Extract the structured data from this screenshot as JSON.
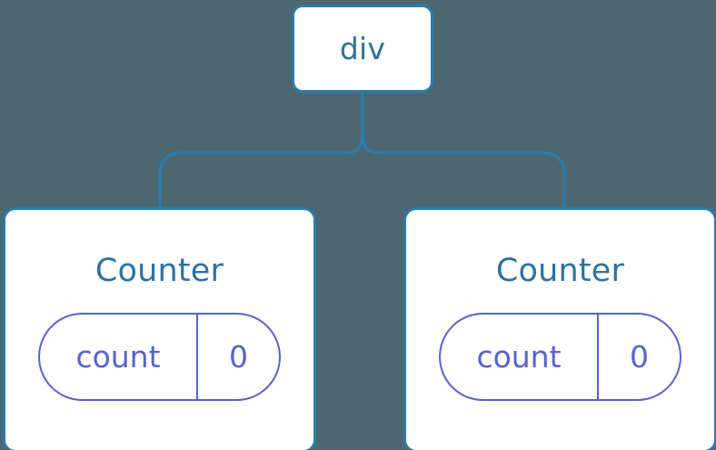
{
  "diagram": {
    "type": "component-tree",
    "background_color": "#4c6770",
    "node_border_color": "#2b7cad",
    "node_fill_color": "#ffffff",
    "title_text_color": "#2d72a0",
    "state_accent_color": "#5a62cc",
    "connector_color": "#2b7cad",
    "root": {
      "label": "div"
    },
    "children": [
      {
        "label": "Counter",
        "state": {
          "key": "count",
          "value": "0"
        }
      },
      {
        "label": "Counter",
        "state": {
          "key": "count",
          "value": "0"
        }
      }
    ]
  }
}
